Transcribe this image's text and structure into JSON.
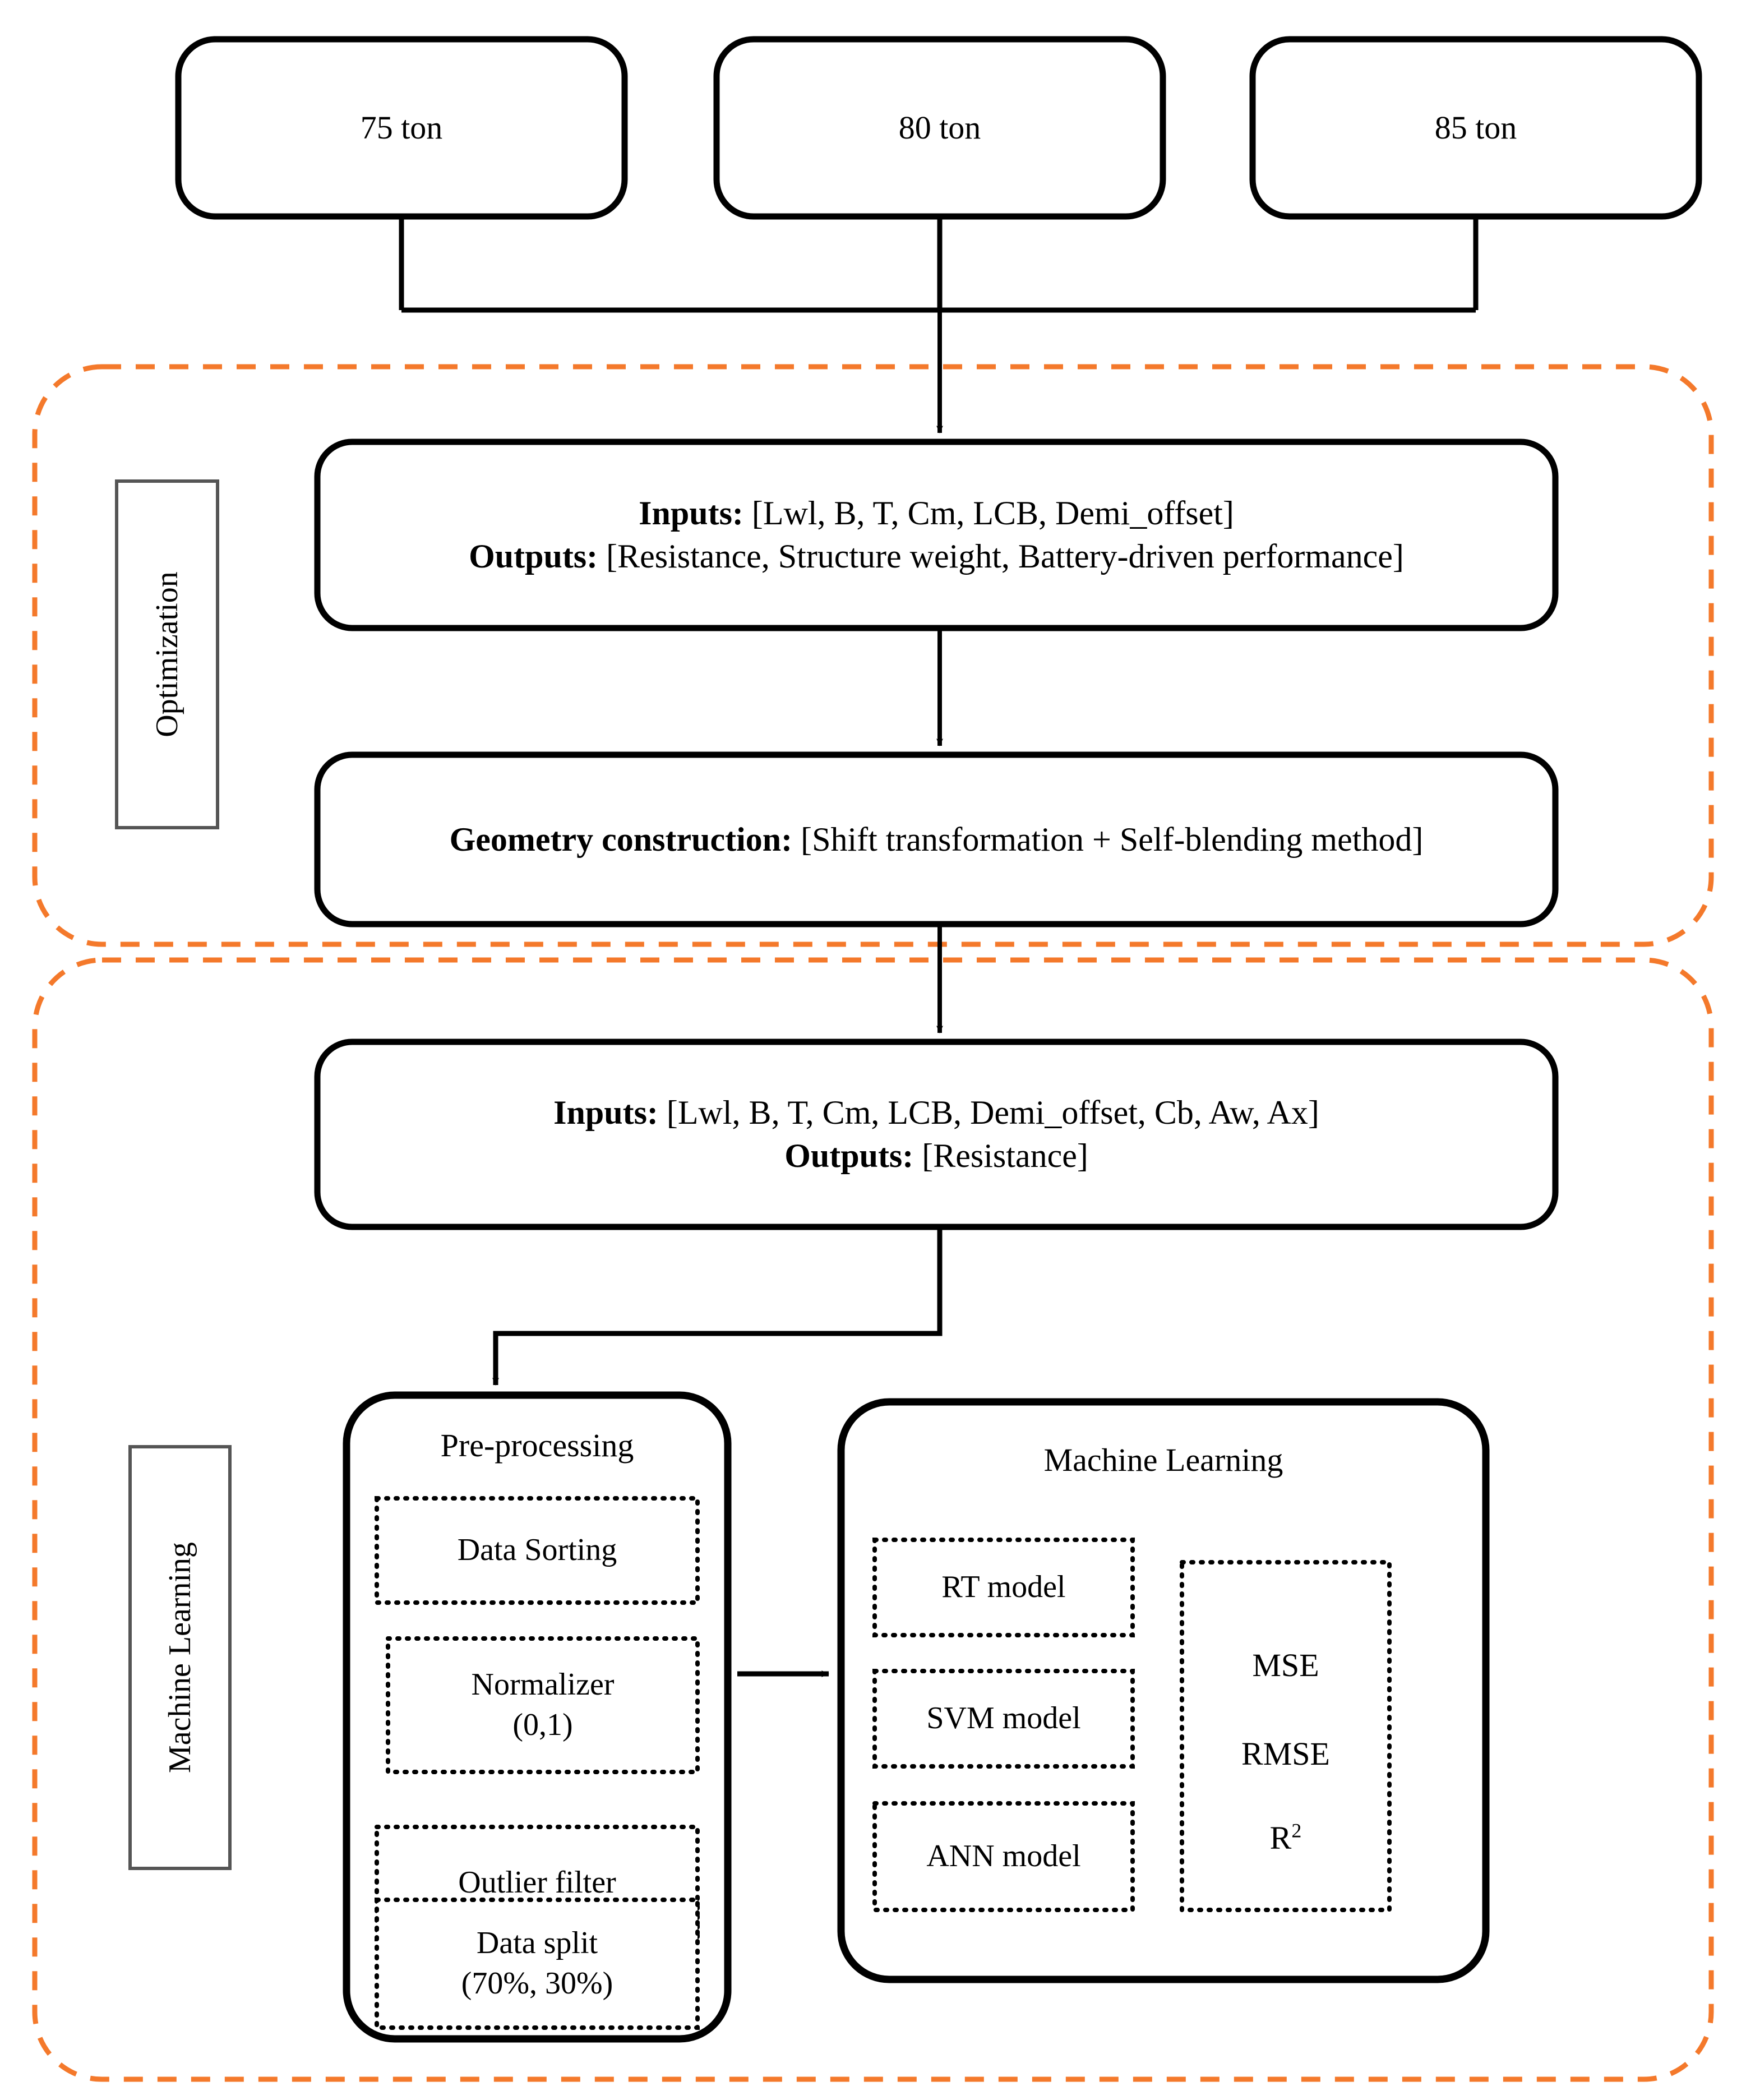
{
  "diagram": {
    "title": "Optimization and Machine Learning workflow",
    "colors": {
      "stroke": "#000000",
      "dashed_group_border": "#F4792B",
      "background": "#FFFFFF",
      "thin_border": "#555555"
    },
    "sections": [
      {
        "id": "optimization",
        "label": "Optimization"
      },
      {
        "id": "machine-learning",
        "label": "Machine Learning"
      }
    ]
  },
  "top_inputs": [
    {
      "id": "ton-75",
      "label": "75 ton"
    },
    {
      "id": "ton-80",
      "label": "80 ton"
    },
    {
      "id": "ton-85",
      "label": "85 ton"
    }
  ],
  "optimization": {
    "side_label": "Optimization",
    "io_box": {
      "inputs_label": "Inputs:",
      "inputs_value": "[Lwl, B, T, Cm, LCB, Demi_offset]",
      "outputs_label": "Outputs:",
      "outputs_value": "[Resistance, Structure weight, Battery-driven performance]"
    },
    "geometry_box": {
      "label": "Geometry construction:",
      "value": "[Shift transformation + Self-blending method]"
    }
  },
  "machine_learning": {
    "side_label": "Machine Learning",
    "io_box": {
      "inputs_label": "Inputs:",
      "inputs_value": "[Lwl, B, T, Cm, LCB, Demi_offset, Cb, Aw, Ax]",
      "outputs_label": "Outputs:",
      "outputs_value": "[Resistance]"
    },
    "preprocessing": {
      "heading": "Pre-processing",
      "steps": [
        {
          "id": "data-sorting",
          "line1": "Data Sorting",
          "line2": ""
        },
        {
          "id": "normalizer",
          "line1": "Normalizer",
          "line2": "(0,1)"
        },
        {
          "id": "outlier-filter",
          "line1": "Outlier filter",
          "line2": ""
        },
        {
          "id": "data-split",
          "line1": "Data split",
          "line2": "(70%, 30%)"
        }
      ]
    },
    "ml_panel": {
      "heading": "Machine Learning",
      "models": [
        {
          "id": "rt-model",
          "label": "RT model"
        },
        {
          "id": "svm-model",
          "label": "SVM model"
        },
        {
          "id": "ann-model",
          "label": "ANN model"
        }
      ],
      "metrics": [
        {
          "id": "metric-mse",
          "label": "MSE"
        },
        {
          "id": "metric-rmse",
          "label": "RMSE"
        },
        {
          "id": "metric-r2",
          "label": "R",
          "sup": "2"
        }
      ]
    }
  }
}
